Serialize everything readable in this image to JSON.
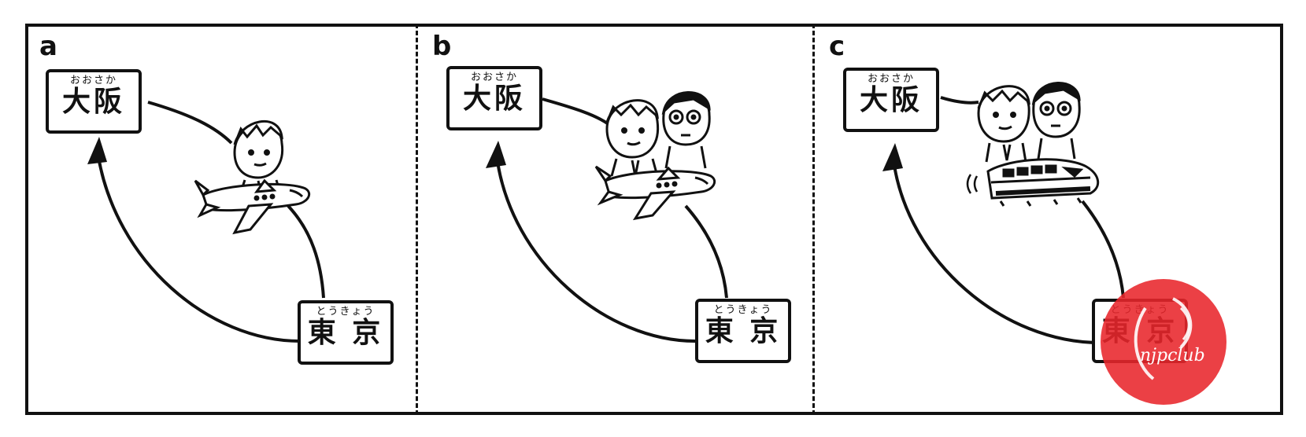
{
  "panels": [
    {
      "letter": "a",
      "osaka": {
        "ruby": "おおさか",
        "kanji": "大阪"
      },
      "tokyo": {
        "ruby": "とうきょう",
        "kanji": "東 京"
      },
      "transport": "airplane-icon",
      "people": 1
    },
    {
      "letter": "b",
      "osaka": {
        "ruby": "おおさか",
        "kanji": "大阪"
      },
      "tokyo": {
        "ruby": "とうきょう",
        "kanji": "東 京"
      },
      "transport": "airplane-icon",
      "people": 2
    },
    {
      "letter": "c",
      "osaka": {
        "ruby": "おおさか",
        "kanji": "大阪"
      },
      "tokyo": {
        "ruby": "とうきょう",
        "kanji": "東 京"
      },
      "transport": "bullet-train-icon",
      "people": 2
    }
  ],
  "watermark": {
    "text": "njpclub",
    "color": "#e8262b"
  },
  "colors": {
    "ink": "#111111",
    "background": "#ffffff"
  }
}
